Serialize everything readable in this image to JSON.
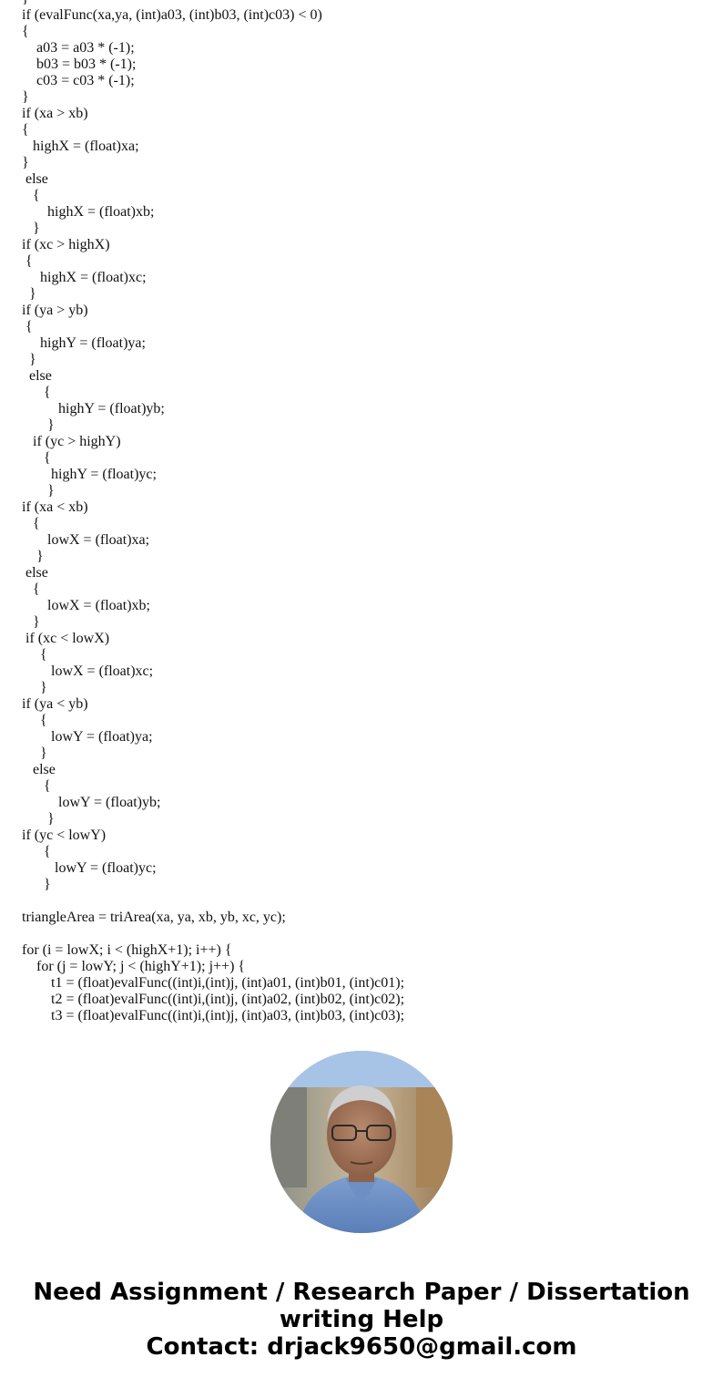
{
  "code_lines": [
    "}",
    "if (evalFunc(xa,ya, (int)a03, (int)b03, (int)c03) < 0)",
    "{",
    "    a03 = a03 * (-1);",
    "    b03 = b03 * (-1);",
    "    c03 = c03 * (-1);",
    "}",
    "if (xa > xb)",
    "{",
    "   highX = (float)xa;",
    "}",
    " else",
    "   {",
    "       highX = (float)xb;",
    "   }",
    "if (xc > highX)",
    " {",
    "     highX = (float)xc;",
    "  }",
    "if (ya > yb)",
    " {",
    "     highY = (float)ya;",
    "  }",
    "  else",
    "      {",
    "          highY = (float)yb;",
    "       }",
    "   if (yc > highY)",
    "      {",
    "        highY = (float)yc;",
    "       }",
    "if (xa < xb)",
    "   {",
    "       lowX = (float)xa;",
    "    }",
    " else",
    "   {",
    "       lowX = (float)xb;",
    "   }",
    " if (xc < lowX)",
    "     {",
    "        lowX = (float)xc;",
    "     }",
    "if (ya < yb)",
    "     {",
    "        lowY = (float)ya;",
    "     }",
    "   else",
    "      {",
    "          lowY = (float)yb;",
    "       }",
    "if (yc < lowY)",
    "      {",
    "         lowY = (float)yc;",
    "      }",
    "",
    "triangleArea = triArea(xa, ya, xb, yb, xc, yc);",
    "",
    "for (i = lowX; i < (highX+1); i++) {",
    "    for (j = lowY; j < (highY+1); j++) {",
    "        t1 = (float)evalFunc((int)i,(int)j, (int)a01, (int)b01, (int)c01);",
    "        t2 = (float)evalFunc((int)i,(int)j, (int)a02, (int)b02, (int)c02);",
    "        t3 = (float)evalFunc((int)i,(int)j, (int)a03, (int)b03, (int)c03);"
  ],
  "cta": {
    "line1": "Need Assignment / Research Paper / Dissertation",
    "line2": "writing Help",
    "line3": "Contact: drjack9650@gmail.com"
  }
}
